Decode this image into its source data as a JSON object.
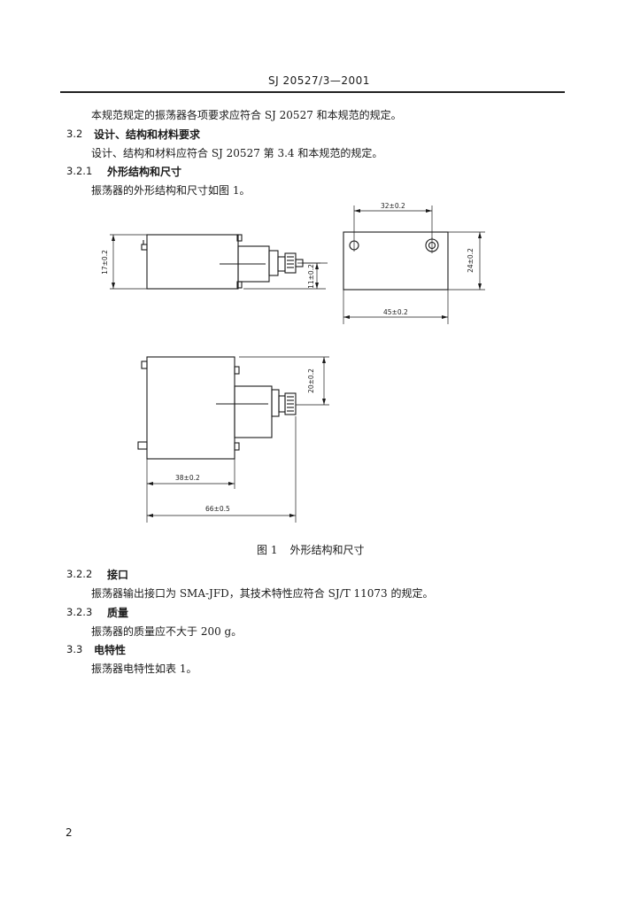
{
  "header": {
    "doc_code": "SJ 20527/3—2001"
  },
  "intro": {
    "text": "本规范规定的振荡器各项要求应符合 SJ 20527 和本规范的规定。"
  },
  "s3_2": {
    "number": "3.2",
    "title": "设计、结构和材料要求",
    "text": "设计、结构和材料应符合 SJ 20527 第 3.4 和本规范的规定。"
  },
  "s3_2_1": {
    "number": "3.2.1",
    "title": "外形结构和尺寸",
    "text": "振荡器的外形结构和尺寸如图 1。"
  },
  "figure": {
    "dims": {
      "d32": "32±0.2",
      "d24": "24±0.2",
      "d45": "45±0.2",
      "d17": "17±0.2",
      "d11": "11±0.2",
      "d20": "20±0.2",
      "d38": "38±0.2",
      "d66": "66±0.5"
    },
    "caption_label": "图 1",
    "caption_title": "外形结构和尺寸"
  },
  "s3_2_2": {
    "number": "3.2.2",
    "title": "接口",
    "text": "振荡器输出接口为 SMA-JFD，其技术特性应符合 SJ/T 11073 的规定。"
  },
  "s3_2_3": {
    "number": "3.2.3",
    "title": "质量",
    "text": "振荡器的质量应不大于 200 g。"
  },
  "s3_3": {
    "number": "3.3",
    "title": "电特性",
    "text": "振荡器电特性如表 1。"
  },
  "footer": {
    "page_number": "2"
  }
}
